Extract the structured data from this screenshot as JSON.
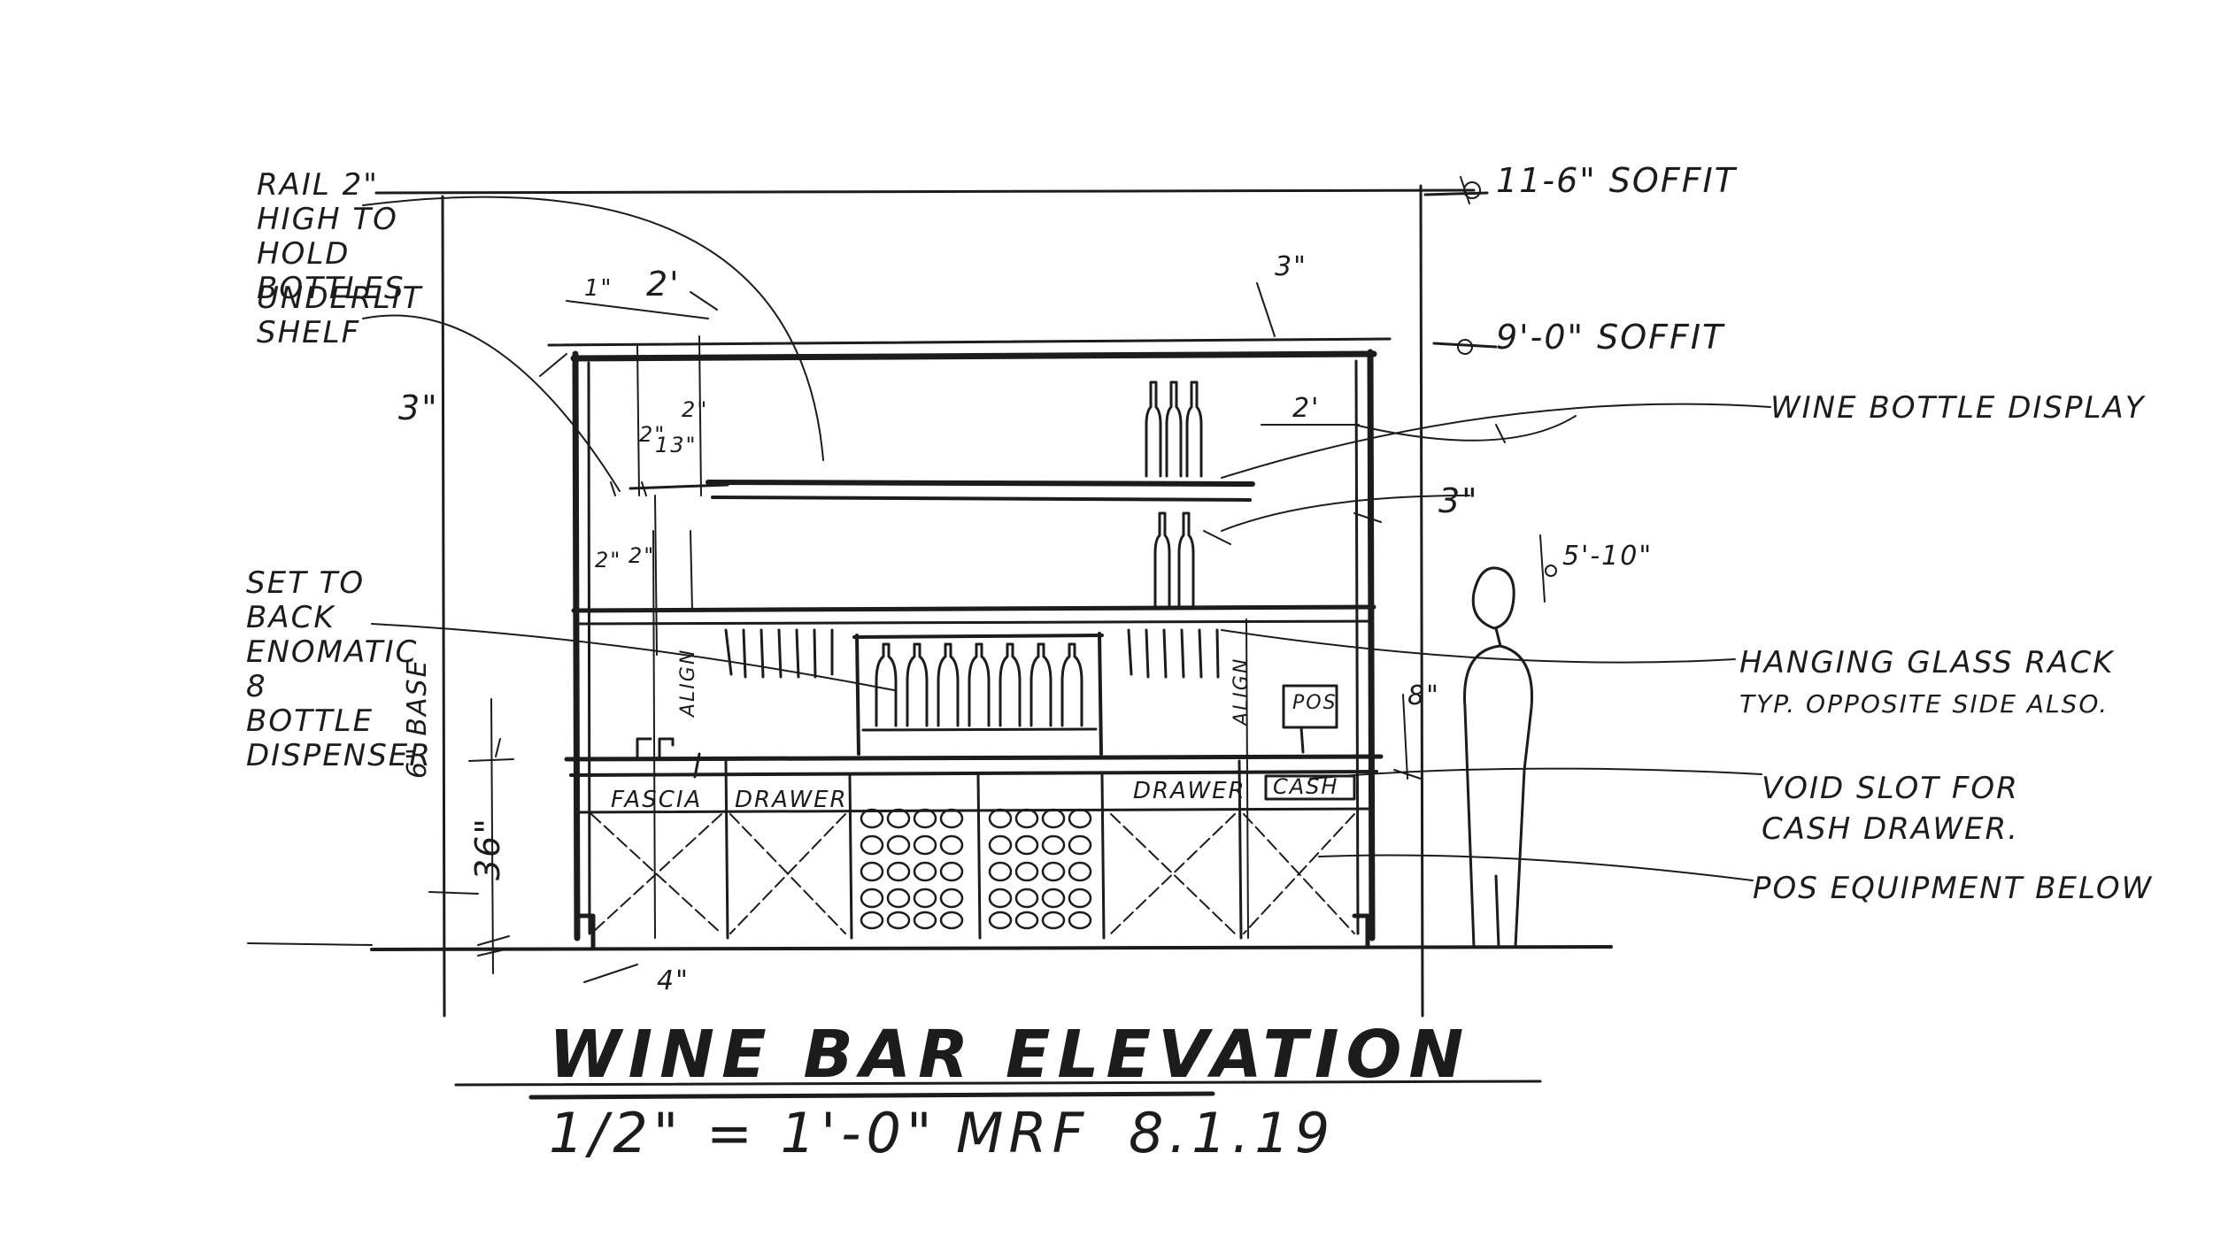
{
  "labels": {
    "rail": "RAIL 2\" HIGH TO HOLD BOTTLES",
    "underlit_shelf": "UNDERLIT SHELF",
    "set_to_back": "SET TO BACK ENOMATIC 8 BOTTLE DISPENSER",
    "wine_bottle_display": "WINE BOTTLE DISPLAY",
    "hanging_glass_rack_1": "HANGING GLASS RACK",
    "hanging_glass_rack_2": "TYP. OPPOSITE SIDE ALSO.",
    "void_slot_1": "VOID SLOT FOR",
    "void_slot_2": "CASH DRAWER.",
    "pos_equipment": "POS EQUIPMENT BELOW",
    "fascia": "FASCIA",
    "drawer_left": "DRAWER",
    "drawer_right": "DRAWER",
    "cash": "CASH",
    "pos": "POS",
    "align_left": "ALIGN",
    "align_right": "ALIGN"
  },
  "dimensions": {
    "soffit_high": "11-6\" SOFFIT",
    "soffit_low": "9'-0\" SOFFIT",
    "figure_height": "5'-10\"",
    "base": "6\" BASE",
    "counter_height": "36\"",
    "toe": "4\"",
    "left_3": "3\"",
    "right_3": "3\"",
    "top_3": "3\"",
    "top_2": "2'",
    "right_2": "2'",
    "small_2a": "2\"",
    "small_2b": "2\"",
    "small_2c": "2\"",
    "small_2d": "2\"",
    "small_13": "13\"",
    "end_8": "8\"",
    "dim_1": "1\""
  },
  "title": {
    "main": "WINE BAR ELEVATION",
    "scale": "1/2\" = 1'-0\"",
    "author": "MRF",
    "date": "8.1.19"
  }
}
